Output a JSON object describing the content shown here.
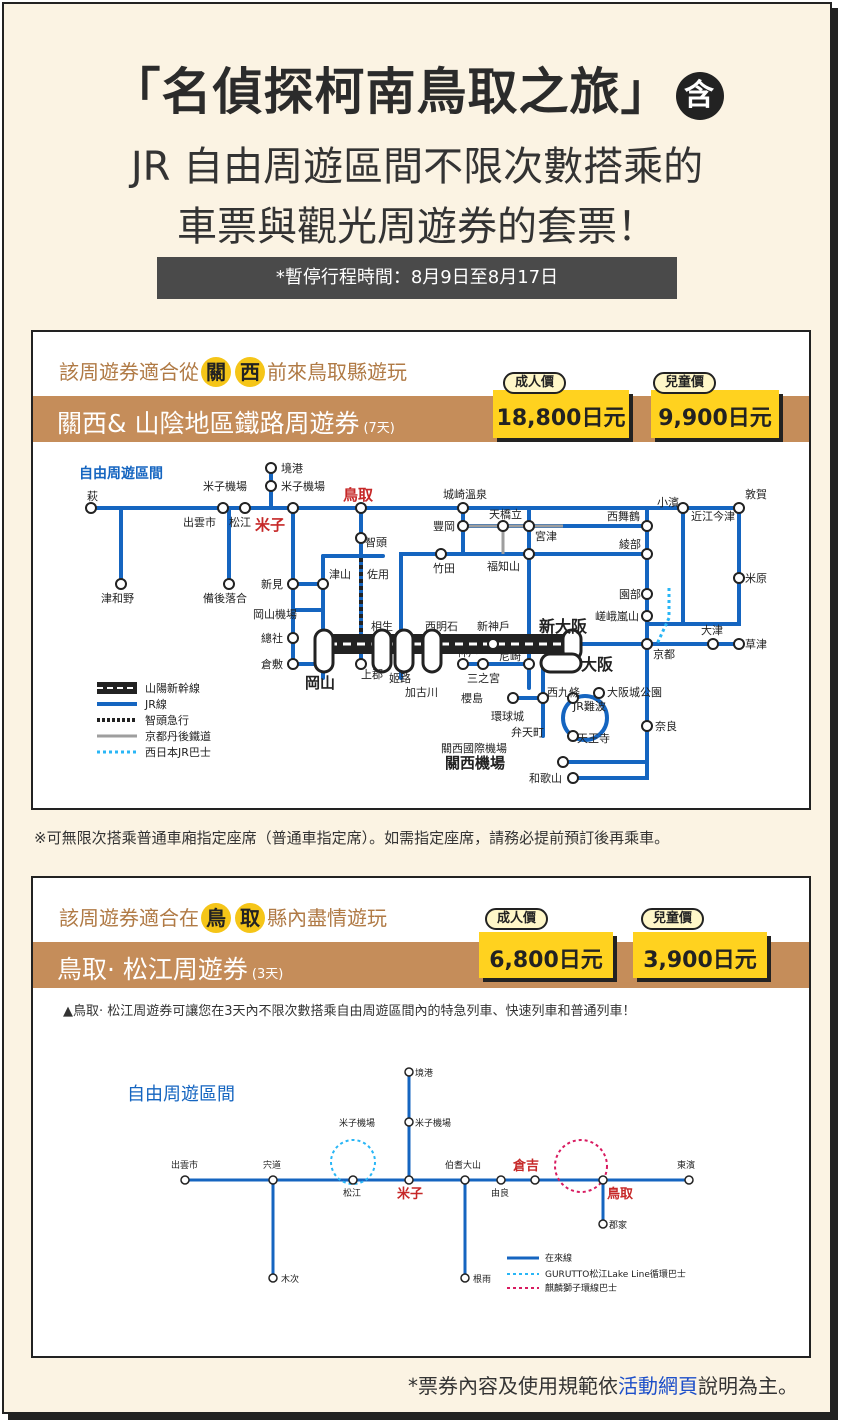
{
  "header": {
    "title": "「名偵探柯南鳥取之旅」",
    "title_badge": "含",
    "subtitle_line1": "JR 自由周遊區間不限次數搭乘的",
    "subtitle_line2": "車票與觀光周遊券的套票！",
    "notice": "*暫停行程時間：8月9日至8月17日"
  },
  "pass1": {
    "intro_prefix": "該周遊券適合從",
    "intro_badge1": "關",
    "intro_badge2": "西",
    "intro_suffix": "前來鳥取縣遊玩",
    "name": "關西& 山陰地區鐵路周遊券",
    "days": "(7天)",
    "adult_label": "成人價",
    "adult_price": "18,800日元",
    "child_label": "兒童價",
    "child_price": "9,900日元",
    "map": {
      "area_label": "自由周遊區間",
      "stations": {
        "hagi": "萩",
        "sakaiminato": "境港",
        "yonagoair": "米子機場",
        "yonagoair2": "米子機場",
        "tottori": "鳥取",
        "izumoshi": "出雲市",
        "matsue": "松江",
        "yonago": "米子",
        "tsuwano": "津和野",
        "bingoochiai": "備後落合",
        "niimi": "新見",
        "okayamaair": "岡山機場",
        "soja": "總社",
        "kurashiki": "倉敷",
        "okayama": "岡山",
        "kamigori": "上郡",
        "chizu": "智頭",
        "tsuyama": "津山",
        "sayo": "佐用",
        "aioi": "相生",
        "himeji": "姬路",
        "kakogawa": "加古川",
        "nishiakashi": "西明石",
        "kobe": "神戶",
        "shinkobe": "新神戶",
        "sannomiya": "三之宮",
        "amagasaki": "尼崎",
        "shinosaka": "新大阪",
        "osaka": "大阪",
        "kinosaki": "城崎溫泉",
        "toyooka": "豐岡",
        "amanohashidate": "天橋立",
        "miyazu": "宮津",
        "takeda": "竹田",
        "fukuchiyama": "福知山",
        "nishimaizuru": "西舞鶴",
        "ayabe": "綾部",
        "sonobe": "園部",
        "sagaarashiyama": "嵯峨嵐山",
        "kyoto": "京都",
        "obama": "小濱",
        "tsuruga": "敦賀",
        "omiimazu": "近江今津",
        "maibara": "米原",
        "otsu": "大津",
        "kusatsu": "草津",
        "nara": "奈良",
        "nishikujo": "西九條",
        "jrnamba": "JR難波",
        "osakajokoen": "大阪城公園",
        "sakurajima": "櫻島",
        "universal": "環球城",
        "bentencho": "弁天町",
        "tennoji": "天王寺",
        "kixair": "關西國際機場",
        "kix": "關西機場",
        "wakayama": "和歌山"
      },
      "legend": {
        "shinkansen": "山陽新幹線",
        "jr": "JR線",
        "chizukyuko": "智頭急行",
        "tango": "京都丹後鐵道",
        "bus": "西日本JR巴士"
      }
    },
    "note": "※可無限次搭乘普通車廂指定座席（普通車指定席）。如需指定座席，請務必提前預訂後再乘車。"
  },
  "pass2": {
    "intro_prefix": "該周遊券適合在",
    "intro_badge1": "鳥",
    "intro_badge2": "取",
    "intro_suffix": "縣內盡情遊玩",
    "name": "鳥取· 松江周遊券",
    "days": "(3天)",
    "adult_label": "成人價",
    "adult_price": "6,800日元",
    "child_label": "兒童價",
    "child_price": "3,900日元",
    "desc": "▲鳥取· 松江周遊券可讓您在3天內不限次數搭乘自由周遊區間內的特急列車、快速列車和普通列車！",
    "map": {
      "area_label": "自由周遊區間",
      "stations": {
        "sakaiminato": "境港",
        "yonagoair": "米子機場",
        "yonagoair2": "米子機場",
        "izumoshi": "出雲市",
        "shinji": "宍道",
        "matsue": "松江",
        "yonago": "米子",
        "hokidaisen": "伯耆大山",
        "yura": "由良",
        "kurayoshi": "倉吉",
        "tottori": "鳥取",
        "higashihama": "東濱",
        "koge": "郡家",
        "kisuki": "木次",
        "neu": "根雨"
      },
      "legend": {
        "conventional": "在來線",
        "gurutto": "GURUTTO松江Lake Line循環巴士",
        "kirin": "麒麟獅子環線巴士"
      }
    }
  },
  "footer": {
    "prefix": "*票券內容及使用規範依",
    "link": "活動網頁",
    "suffix": "說明為主。"
  }
}
